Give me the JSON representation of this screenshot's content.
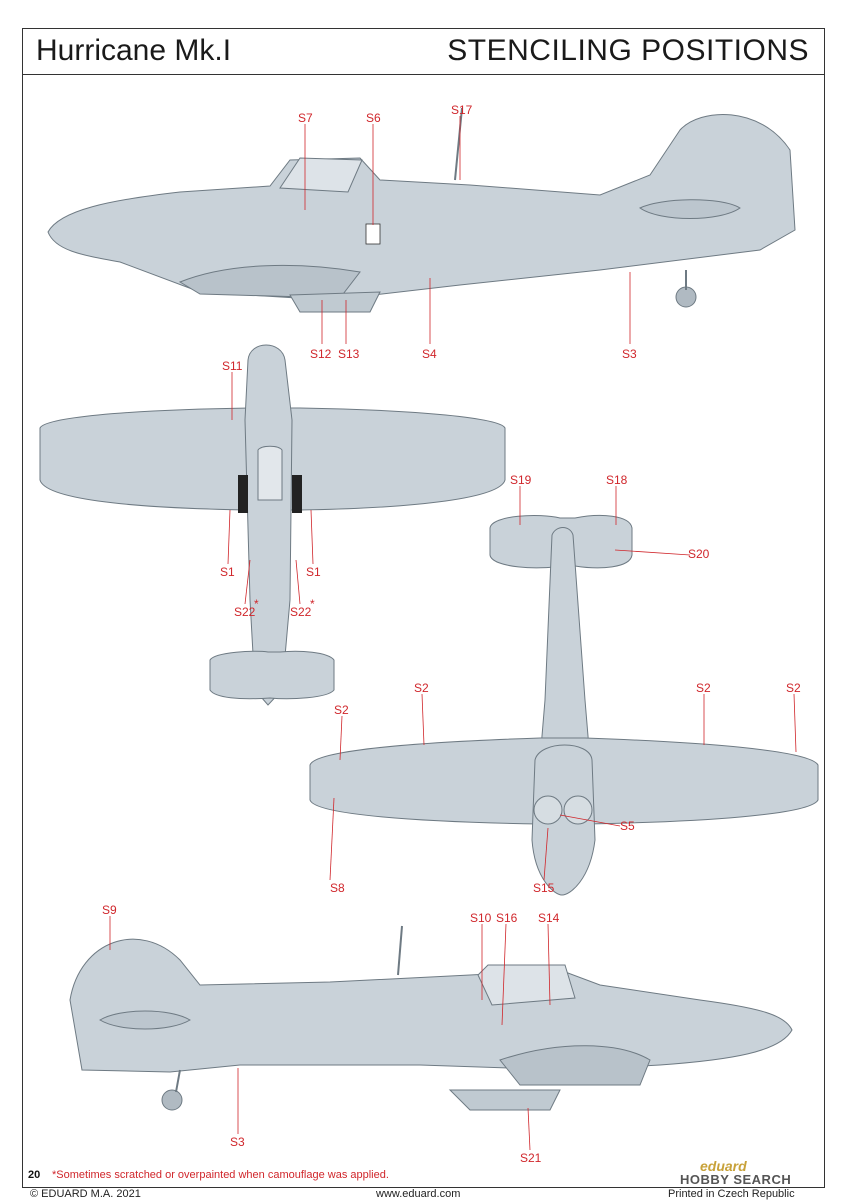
{
  "header": {
    "left_title": "Hurricane Mk.I",
    "right_title": "STENCILING POSITIONS"
  },
  "labels": [
    "S7",
    "S6",
    "S17",
    "S12",
    "S13",
    "S4",
    "S3",
    "S11",
    "S19",
    "S18",
    "S20",
    "S1",
    "S1",
    "S22",
    "S22",
    "S2",
    "S2",
    "S2",
    "S2",
    "S5",
    "S8",
    "S15",
    "S9",
    "S10",
    "S16",
    "S14",
    "S3",
    "S21"
  ],
  "asterisk": "*",
  "footer": {
    "page_number": "20",
    "footnote": "*Sometimes scratched or overpainted when camouflage was applied.",
    "copyright": "© EDUARD M.A. 2021",
    "website": "www.eduard.com",
    "printed": "Printed in Czech Republic",
    "brand": "eduard",
    "watermark": "HOBBY SEARCH"
  },
  "colors": {
    "aircraft": "#c9d2d9",
    "outline": "#6e7a83",
    "label": "#d0262b",
    "leader": "#d0262b"
  }
}
